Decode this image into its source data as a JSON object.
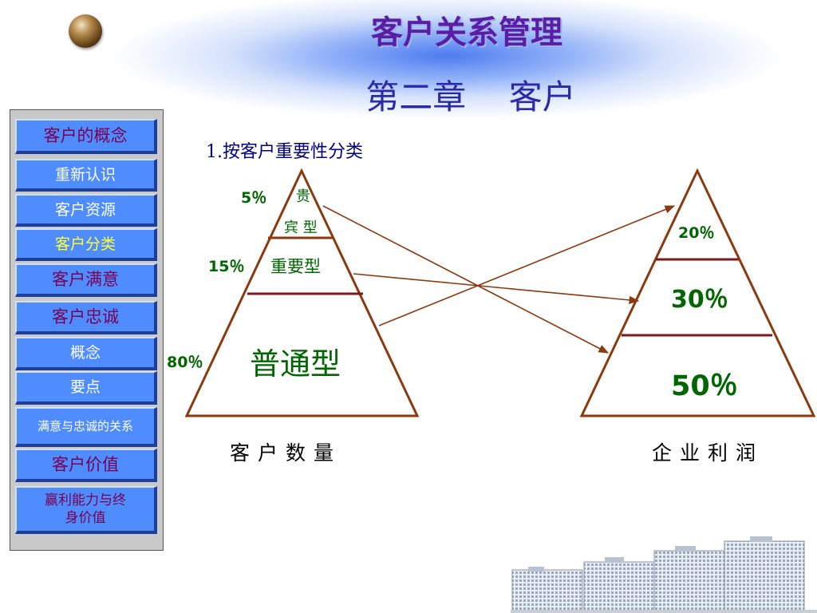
{
  "header": {
    "title": "客户关系管理",
    "chapter": "第二章    客户"
  },
  "sidebar": {
    "items": [
      {
        "label": "客户的概念"
      },
      {
        "label": "重新认识"
      },
      {
        "label": "客户资源"
      },
      {
        "label": "客户分类"
      },
      {
        "label": "客户满意"
      },
      {
        "label": "客户忠诚"
      },
      {
        "label": "概念"
      },
      {
        "label": "要点"
      },
      {
        "label": "满意与忠诚的关系"
      },
      {
        "label": "客户价值"
      },
      {
        "label": "赢利能力与终身价值"
      }
    ]
  },
  "content": {
    "subtitle": "1.按客户重要性分类",
    "left_pyramid": {
      "caption": "客户数量",
      "tiers": [
        {
          "percent": "5％",
          "label_line1": "贵",
          "label_line2": "宾 型"
        },
        {
          "percent": "15％",
          "label": "重要型"
        },
        {
          "percent": "80％",
          "label": "普通型"
        }
      ]
    },
    "right_pyramid": {
      "caption": "企业利润",
      "tiers": [
        {
          "percent": "20％"
        },
        {
          "percent": "30％"
        },
        {
          "percent": "50％"
        }
      ]
    }
  },
  "colors": {
    "pyramid_stroke": "#8b3a10",
    "divider": "#7a1a1a",
    "arrow": "#8b3a10",
    "label_green": "#006600",
    "button_blue": "#4f8dff"
  }
}
